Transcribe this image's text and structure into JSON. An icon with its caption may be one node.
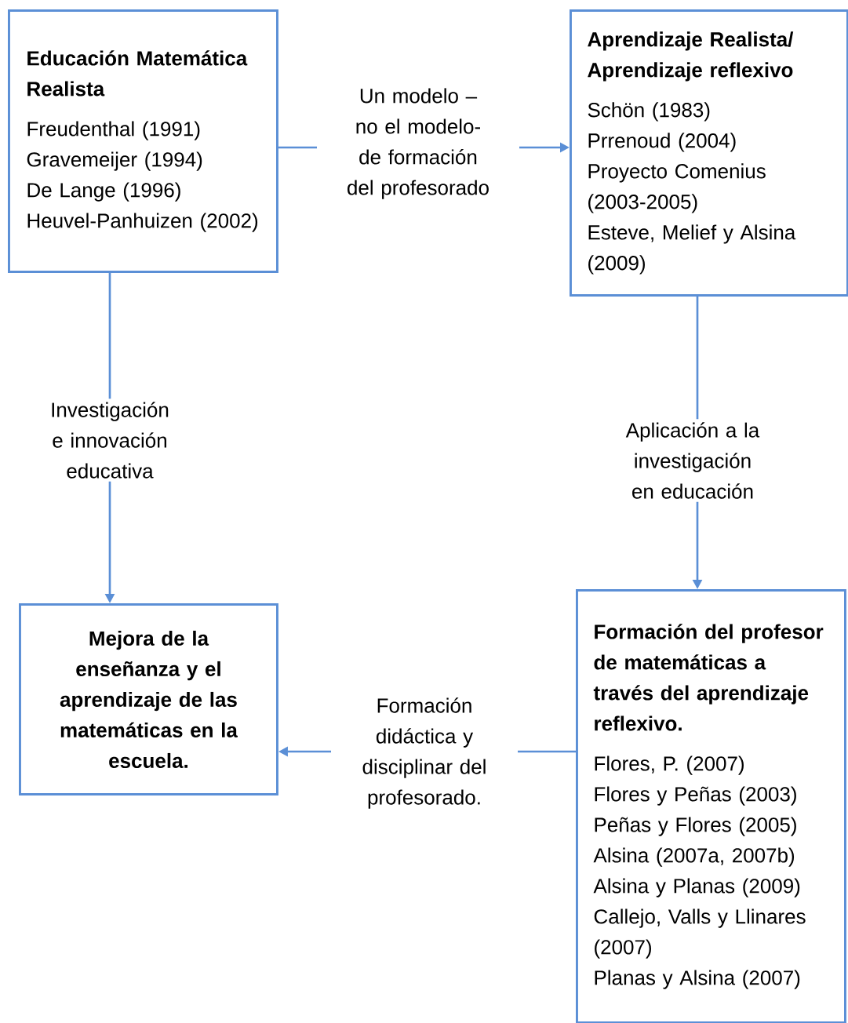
{
  "diagram": {
    "nodes": [
      {
        "text": [
          "Educación Matemática Realista",
          "Freudenthal (1991)",
          "Gravemeijer (1994)",
          "De Lange (1996)",
          "Heuvel-Panhuizen (2002)"
        ]
      },
      {
        "text": [
          "Aprendizaje Realista/ Aprendizaje reflexivo",
          "Schön (1983)",
          "Prrenoud (2004)",
          "Proyecto Comenius (2003-2005)",
          "Esteve, Melief y Alsina (2009)"
        ]
      },
      {
        "text": [
          "Mejora de la enseñanza y el aprendizaje de las matemáticas en la escuela."
        ]
      },
      {
        "text": [
          "Formación del profesor de matemáticas a través del aprendizaje reflexivo.",
          "Flores, P. (2007)",
          "Flores y Peñas (2003)",
          "Peñas y Flores (2005)",
          "Alsina (2007a, 2007b)",
          "Alsina y Planas (2009)",
          "Callejo, Valls y Llinares (2007)",
          "Planas y Alsina (2007)"
        ]
      }
    ],
    "edges": [
      {
        "from": 0,
        "to": 1,
        "arrow": "to",
        "label": "Un modelo –no el modelo- de formación del profesorado"
      },
      {
        "from": 0,
        "to": 2,
        "arrow": "to",
        "label": "Investigación e innovación educativa"
      },
      {
        "from": 1,
        "to": 3,
        "arrow": "to",
        "label": "Aplicación a la investigación en educación"
      },
      {
        "from": 3,
        "to": 2,
        "arrow": "to",
        "label": "Formación didáctica y disciplinar del profesorado."
      }
    ]
  }
}
